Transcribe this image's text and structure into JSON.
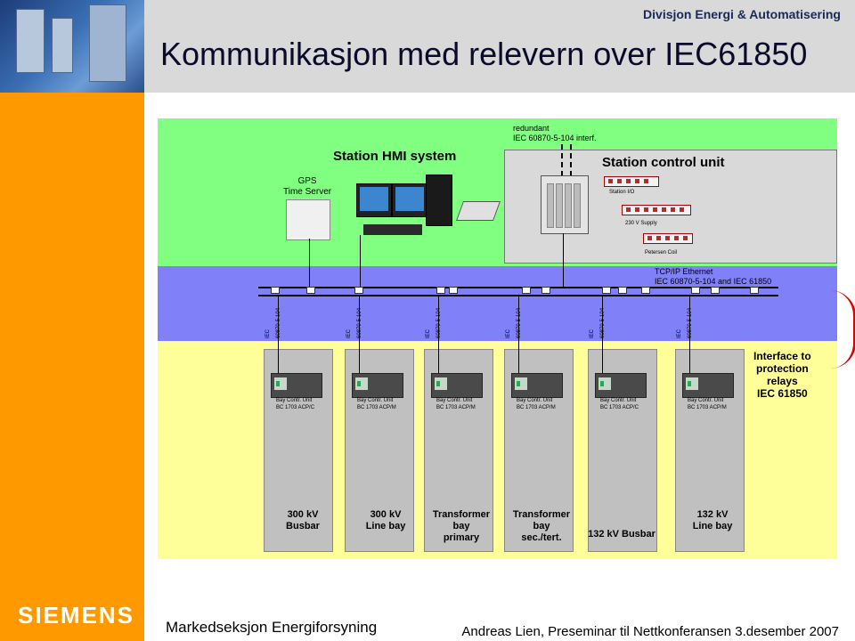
{
  "header": {
    "division": "Divisjon Energi & Automatisering",
    "title": "Kommunikasjon med relevern over IEC61850"
  },
  "diagram": {
    "gps_label_line1": "GPS",
    "gps_label_line2": "Time Server",
    "hmi_label": "Station HMI system",
    "station_control_label": "Station control unit",
    "redundant_line1": "redundant",
    "redundant_line2": "IEC 60870-5-104 interf.",
    "station_io_label": "Station I/O",
    "supply_label": "230 V Supply",
    "petersen_label": "Petersen Coil",
    "tcp_line1": "TCP/IP Ethernet",
    "tcp_line2": "IEC 60870-5-104 and IEC 61850",
    "interface_line1": "Interface to",
    "interface_line2": "protection",
    "interface_line3": "relays",
    "interface_line4": "IEC 61850",
    "bays": [
      {
        "name_line1": "300 kV",
        "name_line2": "Busbar",
        "ctrl_line1": "Bay Contr. Unit",
        "ctrl_line2": "BC 1703 ACP/C",
        "iec1": "IEC",
        "iec2": "60870-5-104"
      },
      {
        "name_line1": "300 kV",
        "name_line2": "Line bay",
        "ctrl_line1": "Bay Contr. Unit",
        "ctrl_line2": "BC 1703 ACP/M",
        "iec1": "IEC",
        "iec2": "60870-5-104"
      },
      {
        "name_line1": "Transformer",
        "name_line2": "bay",
        "name_line3": "primary",
        "ctrl_line1": "Bay Contr. Unit",
        "ctrl_line2": "BC 1703 ACP/M",
        "iec1": "IEC",
        "iec2": "60870-5-104"
      },
      {
        "name_line1": "Transformer",
        "name_line2": "bay",
        "name_line3": "sec./tert.",
        "ctrl_line1": "Bay Contr. Unit",
        "ctrl_line2": "BC 1703 ACP/M",
        "iec1": "IEC",
        "iec2": "60870-5-104"
      },
      {
        "name_line1": "132 kV Busbar",
        "ctrl_line1": "Bay Contr. Unit",
        "ctrl_line2": "BC 1703 ACP/C",
        "iec1": "IEC",
        "iec2": "60870-5-104"
      },
      {
        "name_line1": "132 kV",
        "name_line2": "Line bay",
        "ctrl_line1": "Bay Contr. Unit",
        "ctrl_line2": "BC 1703 ACP/M",
        "iec1": "IEC",
        "iec2": "60870-5-104"
      }
    ]
  },
  "footer": {
    "logo": "SIEMENS",
    "left": "Markedseksjon Energiforsyning",
    "right": "Andreas Lien, Preseminar til Nettkonferansen 3.desember 2007"
  },
  "colors": {
    "orange": "#ff9900",
    "hmi_zone": "#80ff80",
    "ethernet_zone": "#8080f8",
    "bay_zone": "#ffff99",
    "bracket": "#e00000"
  }
}
